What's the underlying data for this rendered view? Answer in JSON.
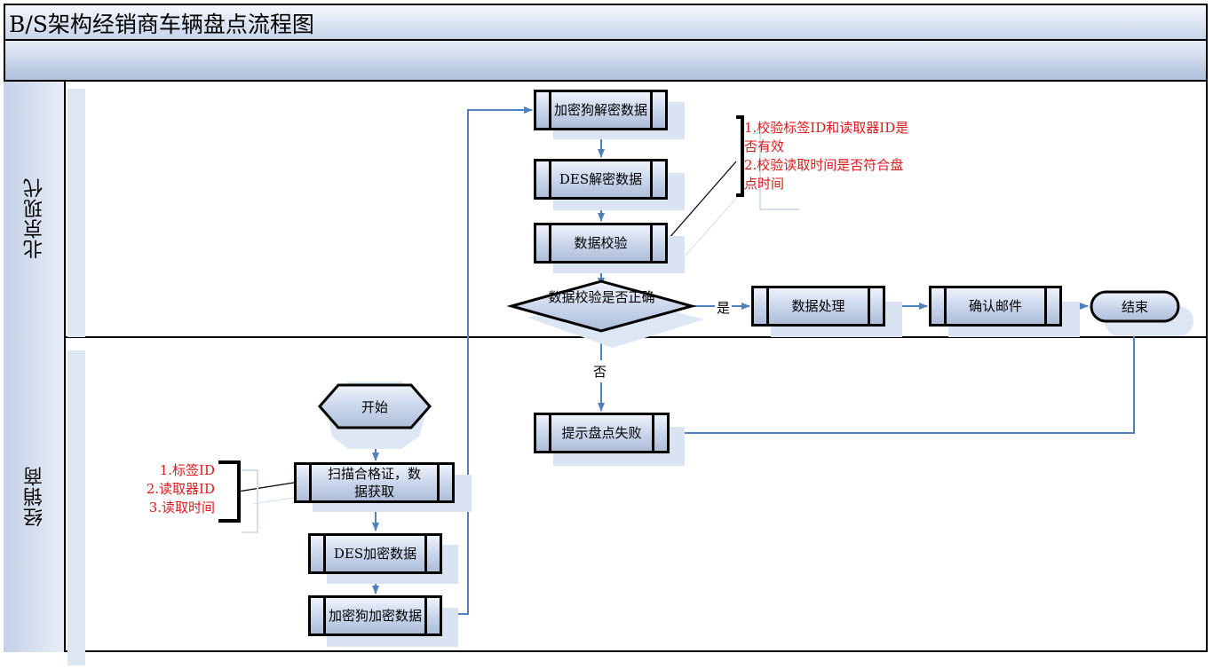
{
  "title": "B/S架构经销商车辆盘点流程图",
  "lanes": {
    "top": "北京现代",
    "bottom": "经销商"
  },
  "nodes": {
    "start": "开始",
    "scan": "扫描合格证，数据获取",
    "des_encrypt": "DES加密数据",
    "dongle_encrypt": "加密狗加密数据",
    "dongle_decrypt": "加密狗解密数据",
    "des_decrypt": "DES解密数据",
    "verify": "数据校验",
    "decision": "数据校验是否正确",
    "process": "数据处理",
    "confirm_mail": "确认邮件",
    "end": "结束",
    "fail": "提示盘点失败"
  },
  "labels": {
    "yes": "是",
    "no": "否"
  },
  "notes": {
    "scan_note": [
      "1.标签ID",
      "2.读取器ID",
      "3.读取时间"
    ],
    "verify_note": [
      "1.校验标签ID和读取器ID是",
      "否有效",
      "2.校验读取时间是否符合盘",
      "点时间"
    ]
  },
  "colors": {
    "connector": "#4f81bd",
    "note_text": "#e0191c",
    "box_fill": "#c7d4ea"
  }
}
